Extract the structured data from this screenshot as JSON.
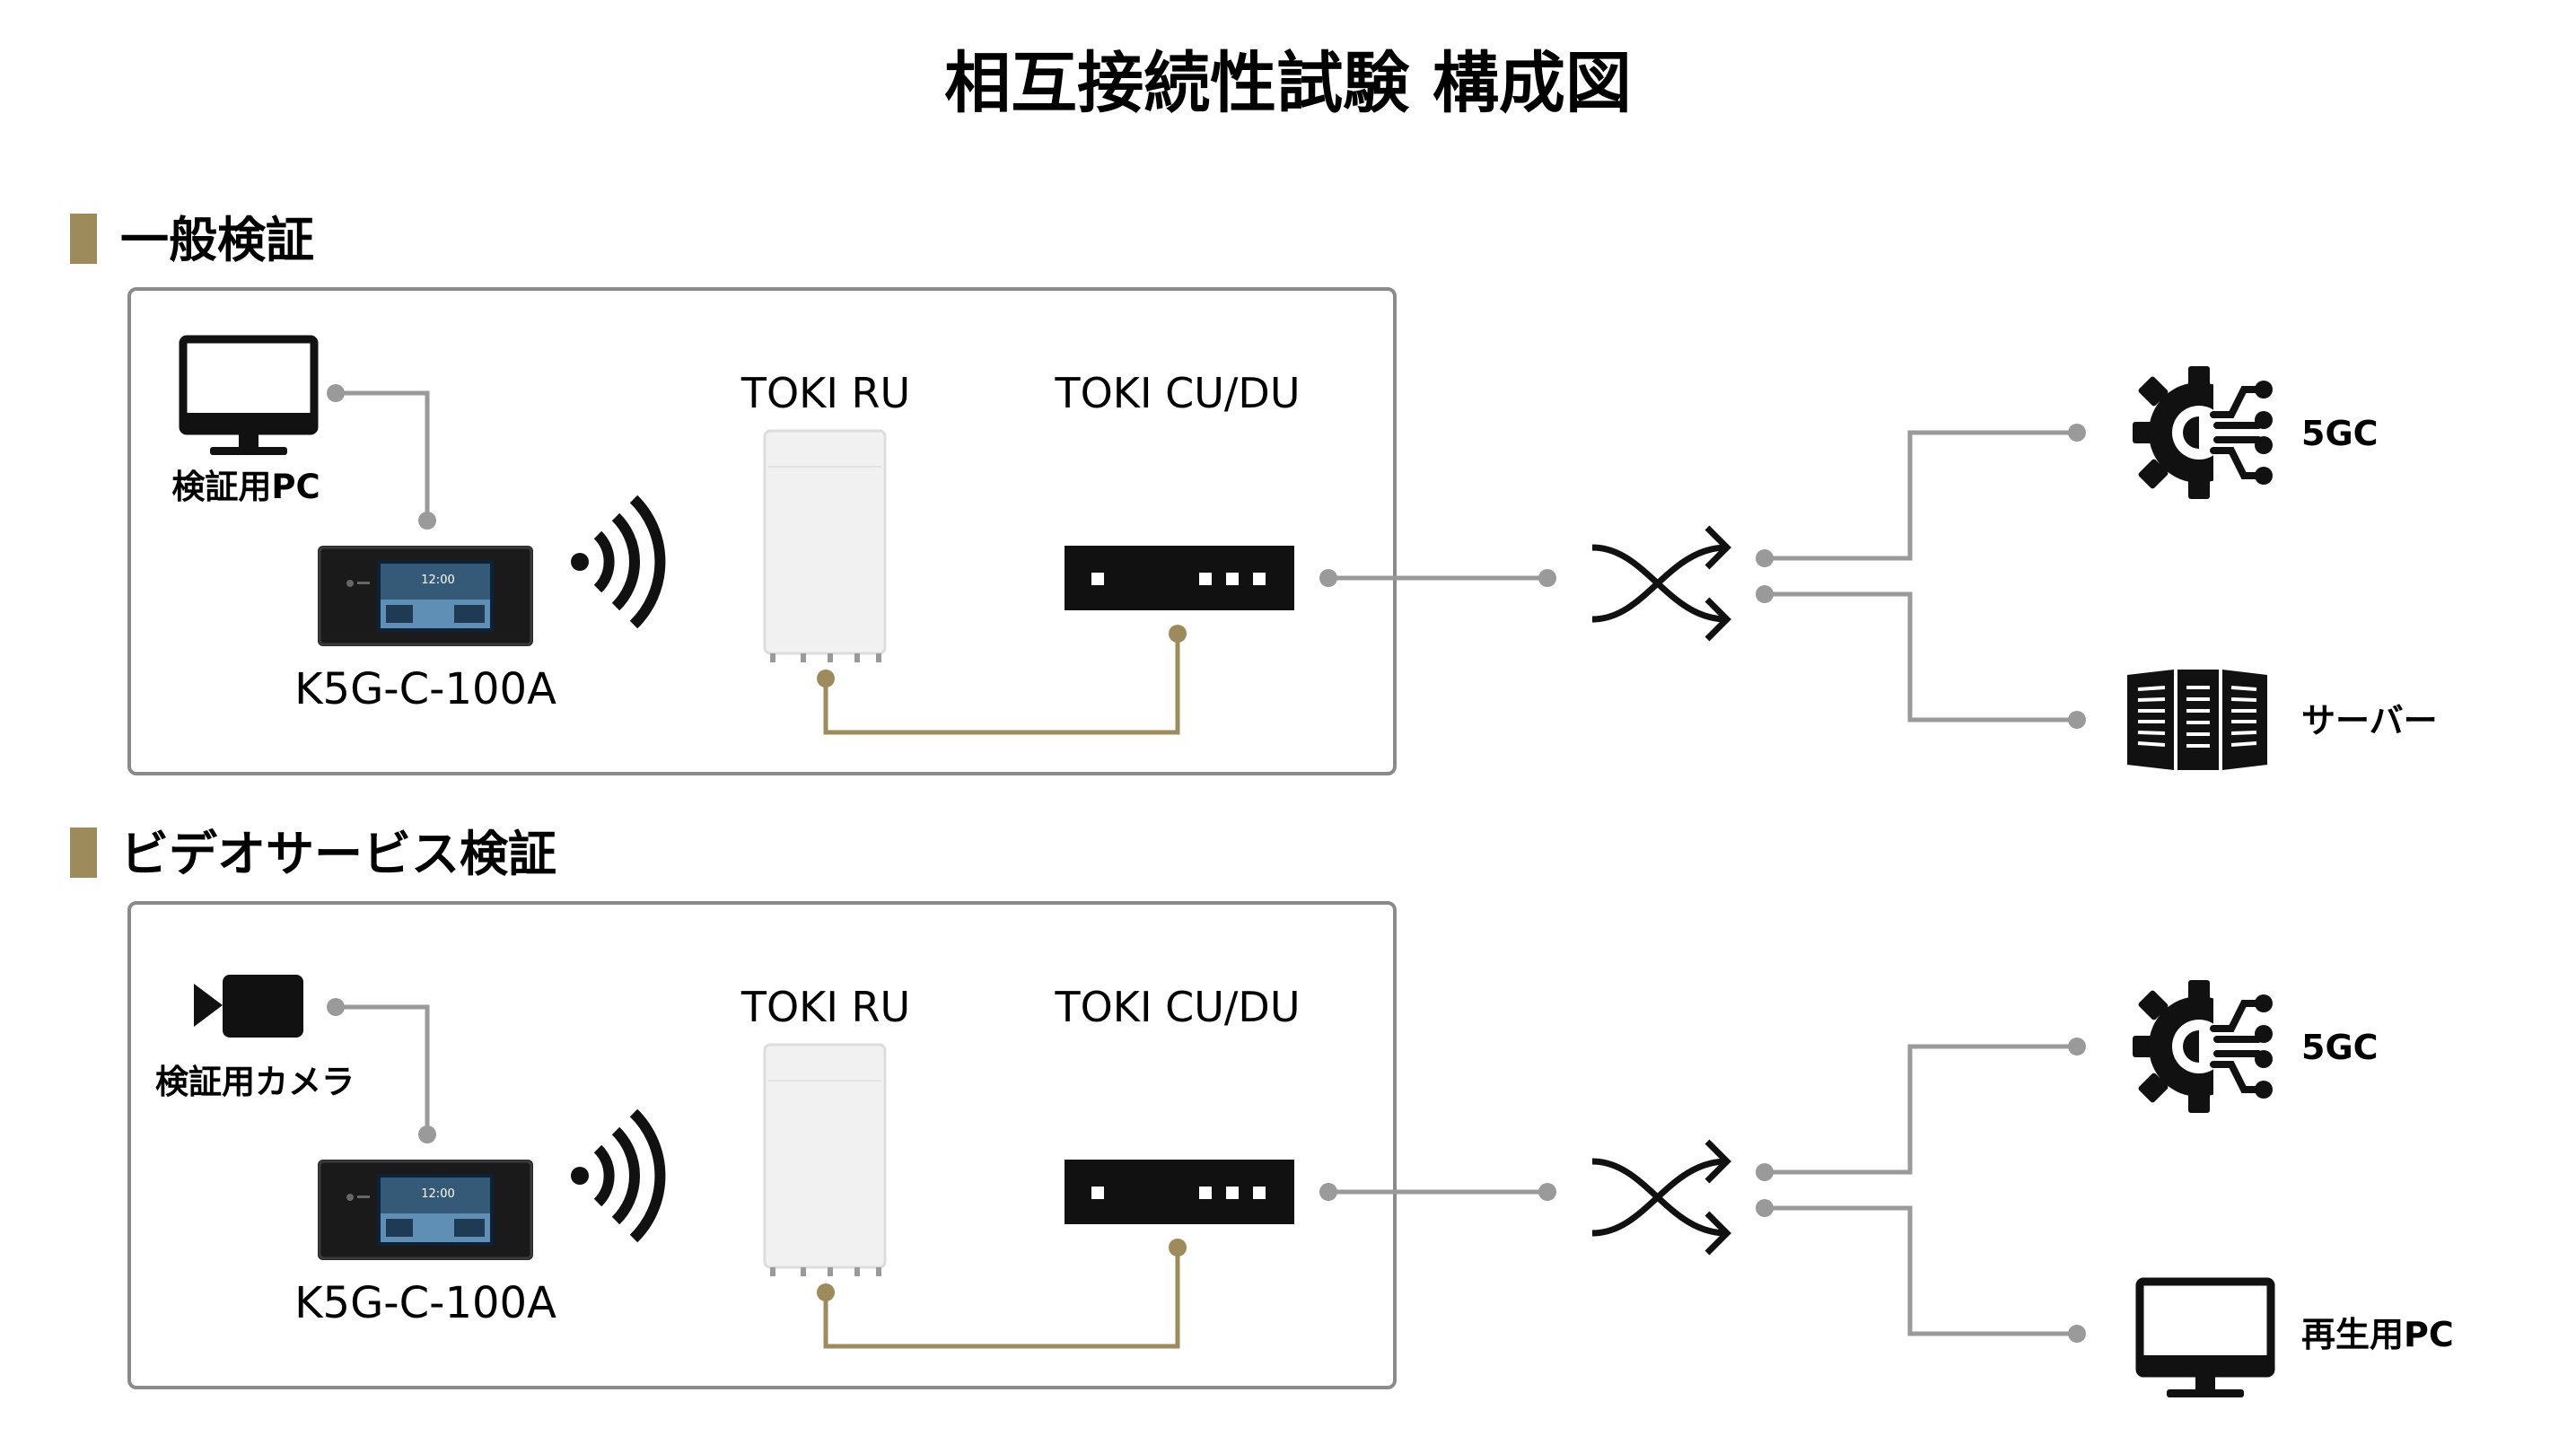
{
  "title": "相互接続性試験  構成図",
  "colors": {
    "accent_gold": "#9e8b5b",
    "line_gray": "#9a9a9a",
    "box_border": "#8a8a8a",
    "ink": "#111111"
  },
  "sections": [
    {
      "heading": "一般検証",
      "source_icon": "monitor-icon",
      "source_label": "検証用PC",
      "device_label": "K5G-C-100A",
      "device_screen_time": "12:00",
      "ru_label": "TOKI RU",
      "cudu_label": "TOKI CU/DU",
      "targets": [
        {
          "icon": "gear-network-icon",
          "label": "5GC"
        },
        {
          "icon": "server-rack-icon",
          "label": "サーバー"
        }
      ]
    },
    {
      "heading": "ビデオサービス検証",
      "source_icon": "video-camera-icon",
      "source_label": "検証用カメラ",
      "device_label": "K5G-C-100A",
      "device_screen_time": "12:00",
      "ru_label": "TOKI RU",
      "cudu_label": "TOKI CU/DU",
      "targets": [
        {
          "icon": "gear-network-icon",
          "label": "5GC"
        },
        {
          "icon": "monitor-icon",
          "label": "再生用PC"
        }
      ]
    }
  ]
}
